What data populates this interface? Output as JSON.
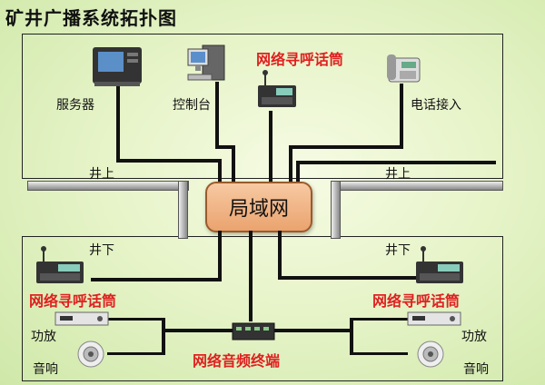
{
  "title": "矿井广播系统拓扑图",
  "lan": "局域网",
  "labels": {
    "server": "服务器",
    "console": "控制台",
    "phone": "电话接入",
    "above_left": "井上",
    "above_right": "井上",
    "below_left": "井下",
    "below_right": "井下",
    "amp_left": "功放",
    "speaker_left": "音响",
    "amp_right": "功放",
    "speaker_right": "音响"
  },
  "red_labels": {
    "pager_top": "网络寻呼话筒",
    "pager_left": "网络寻呼话筒",
    "pager_right": "网络寻呼话筒",
    "terminal": "网络音频终端"
  }
}
